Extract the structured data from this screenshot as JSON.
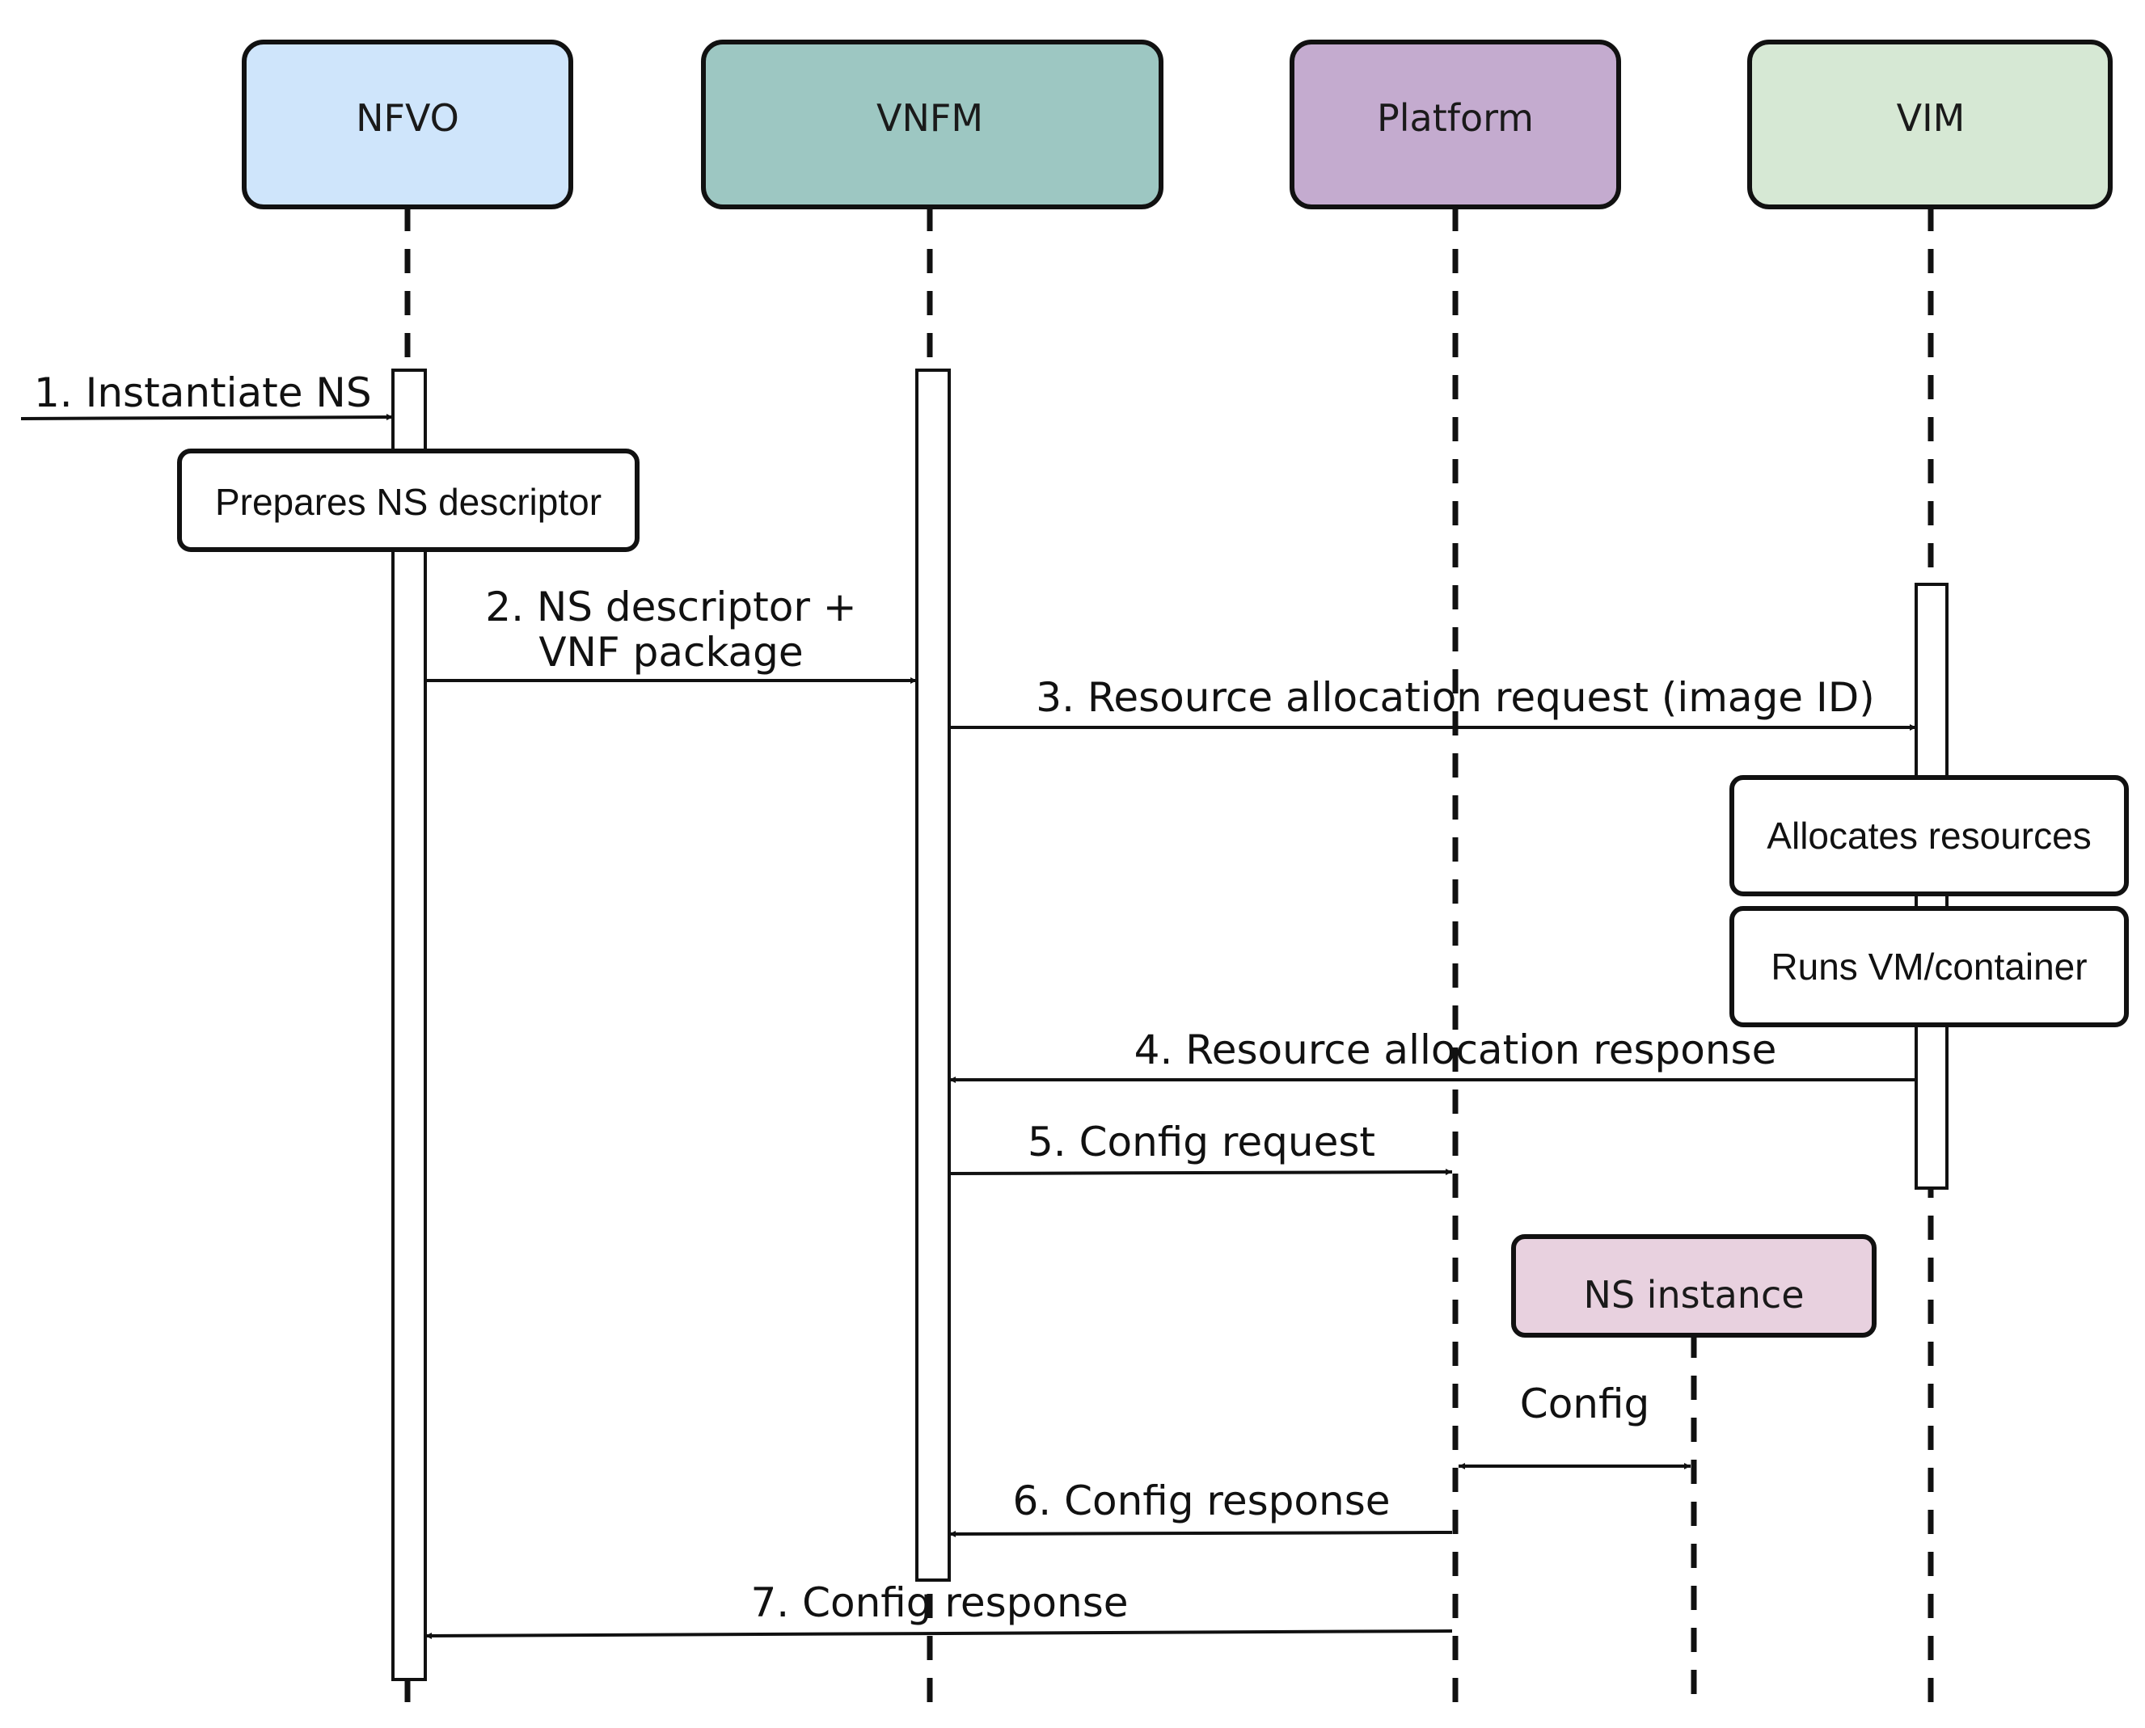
{
  "actors": [
    {
      "id": "nfvo",
      "label": "NFVO",
      "fill": "#cfe5fb"
    },
    {
      "id": "vnfm",
      "label": "VNFM",
      "fill": "#9dc7c2"
    },
    {
      "id": "platform",
      "label": "Platform",
      "fill": "#c4abcf"
    },
    {
      "id": "vim",
      "label": "VIM",
      "fill": "#d6e8d4"
    },
    {
      "id": "ns-instance",
      "label": "NS instance",
      "fill": "#e8d1df"
    }
  ],
  "notes": [
    {
      "id": "prepares-ns-descriptor",
      "label": "Prepares NS descriptor"
    },
    {
      "id": "allocates-resources",
      "label": "Allocates resources"
    },
    {
      "id": "runs-vm-container",
      "label": "Runs VM/container"
    }
  ],
  "messages": [
    {
      "id": "msg-1",
      "lines": [
        "1. Instantiate NS"
      ],
      "direction": "right"
    },
    {
      "id": "msg-2",
      "lines": [
        "2. NS descriptor +",
        "VNF package"
      ],
      "direction": "right"
    },
    {
      "id": "msg-3",
      "lines": [
        "3. Resource allocation request (image ID)"
      ],
      "direction": "right"
    },
    {
      "id": "msg-4",
      "lines": [
        "4. Resource allocation response"
      ],
      "direction": "left"
    },
    {
      "id": "msg-5",
      "lines": [
        "5. Config request"
      ],
      "direction": "right"
    },
    {
      "id": "msg-config",
      "lines": [
        "Config"
      ],
      "direction": "both"
    },
    {
      "id": "msg-6",
      "lines": [
        "6. Config response"
      ],
      "direction": "left"
    },
    {
      "id": "msg-7",
      "lines": [
        "7. Config response"
      ],
      "direction": "left"
    }
  ]
}
